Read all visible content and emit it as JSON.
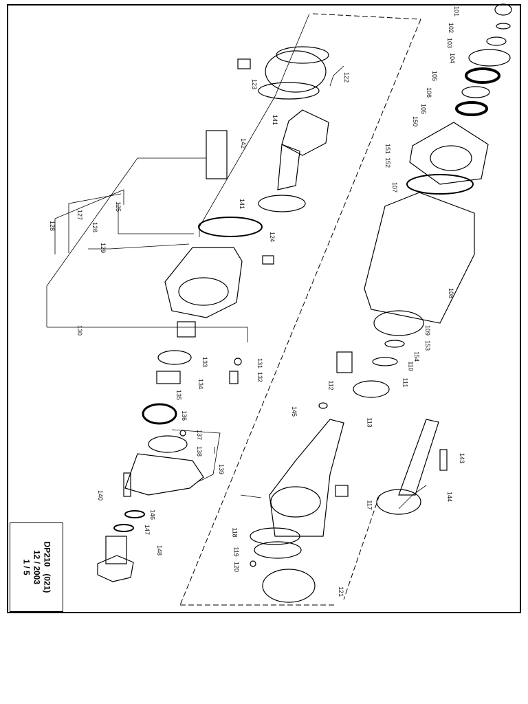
{
  "callouts": [
    "101",
    "102",
    "103",
    "104",
    "105",
    "106",
    "105",
    "150",
    "151",
    "152",
    "107",
    "108",
    "109",
    "153",
    "154",
    "110",
    "111",
    "112",
    "145",
    "113",
    "143",
    "144",
    "117",
    "122",
    "123",
    "141",
    "142",
    "125",
    "127",
    "126",
    "128",
    "129",
    "124",
    "141",
    "130",
    "131",
    "132",
    "133",
    "134",
    "135",
    "136",
    "137",
    "138",
    "139",
    "140",
    "146",
    "147",
    "148",
    "118",
    "119",
    "120",
    "121"
  ],
  "title_block": {
    "model": "DP210",
    "variant": "(021)",
    "date": "12 / 2003",
    "sheet": "1 / 5"
  }
}
